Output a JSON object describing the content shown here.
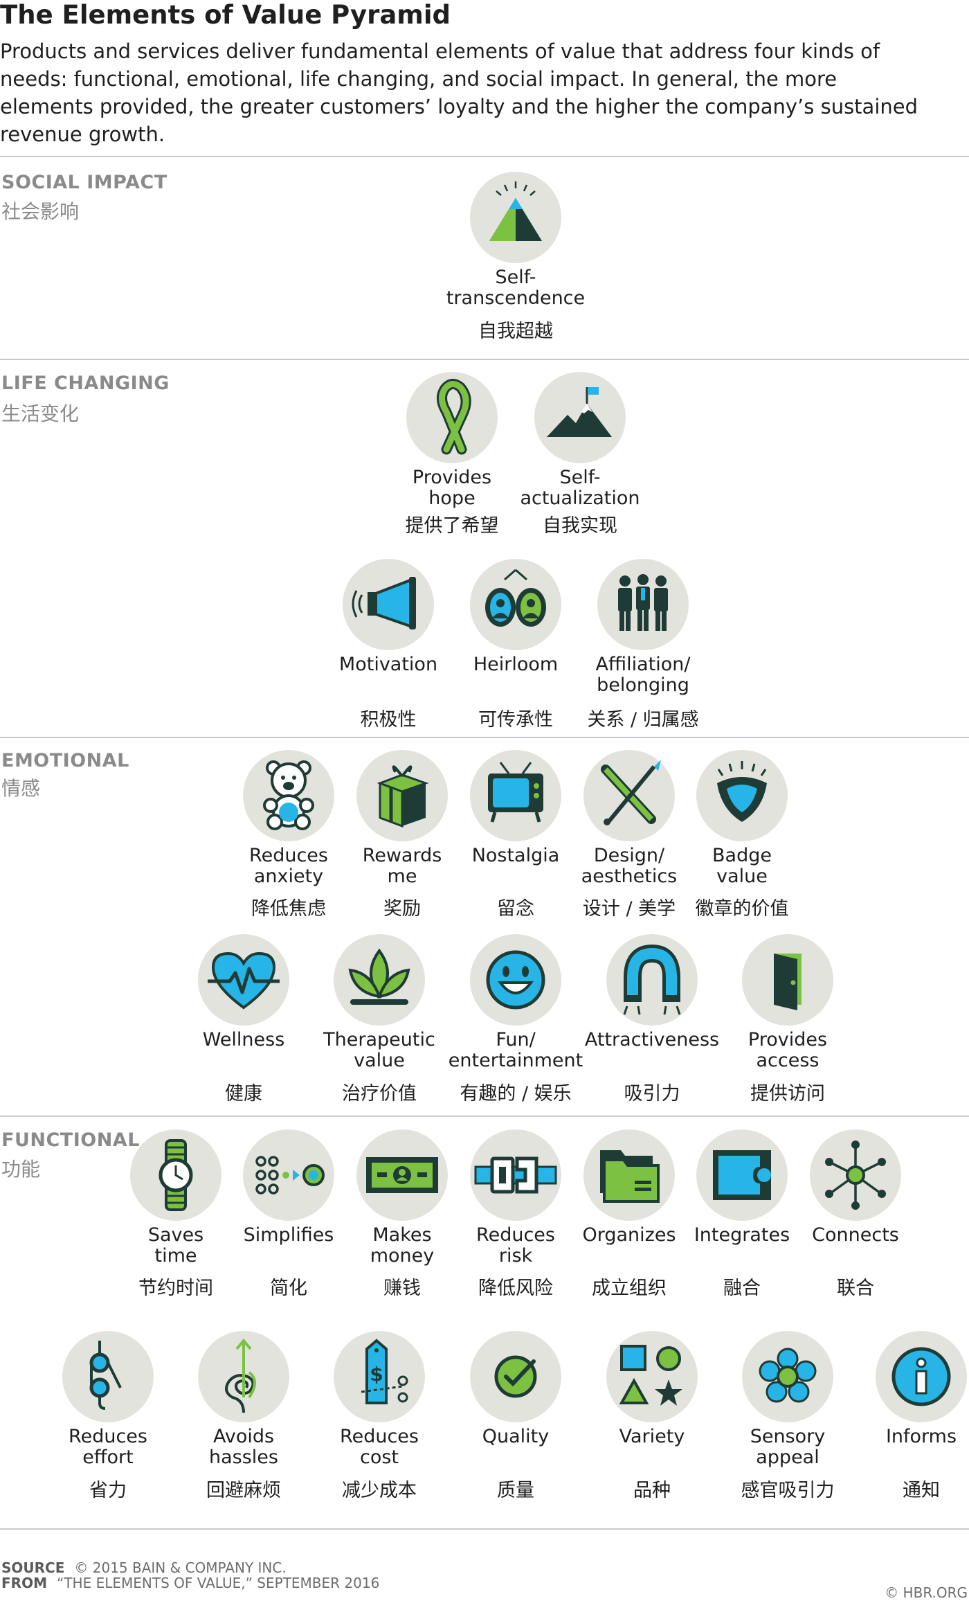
{
  "title": "The Elements of Value Pyramid",
  "intro": "Products and services deliver fundamental elements of value that address four kinds of needs: functional, emotional, life changing, and social impact. In general, the more elements provided, the greater customers’ loyalty and the higher the company’s sustained revenue growth.",
  "colors": {
    "green": "#7dc142",
    "dark": "#1f3b35",
    "blue": "#27b4e6",
    "circle": "#e3e3de",
    "gray_text": "#8a8a8a"
  },
  "sections": [
    {
      "en": "SOCIAL IMPACT",
      "zh": "社会影响",
      "elements": [
        {
          "icon": "pyramid-icon",
          "label": "Self-\ntranscendence",
          "zh": "自我超越"
        }
      ]
    },
    {
      "en": "LIFE CHANGING",
      "zh": "生活变化",
      "elements": [
        {
          "icon": "ribbon-icon",
          "label": "Provides\nhope",
          "zh": "提供了希望"
        },
        {
          "icon": "mountain-flag-icon",
          "label": "Self-\nactualization",
          "zh": "自我实现"
        },
        {
          "icon": "megaphone-icon",
          "label": "Motivation",
          "zh": "积极性"
        },
        {
          "icon": "heirloom-icon",
          "label": "Heirloom",
          "zh": "可传承性"
        },
        {
          "icon": "people-group-icon",
          "label": "Affiliation/\nbelonging",
          "zh": "关系 / 归属感"
        }
      ]
    },
    {
      "en": "EMOTIONAL",
      "zh": "情感",
      "elements": [
        {
          "icon": "teddy-bear-icon",
          "label": "Reduces\nanxiety",
          "zh": "降低焦虑"
        },
        {
          "icon": "gift-box-icon",
          "label": "Rewards\nme",
          "zh": "奖励"
        },
        {
          "icon": "retro-tv-icon",
          "label": "Nostalgia",
          "zh": "留念"
        },
        {
          "icon": "pencil-brush-icon",
          "label": "Design/\naesthetics",
          "zh": "设计 / 美学"
        },
        {
          "icon": "badge-icon",
          "label": "Badge\nvalue",
          "zh": "徽章的价值"
        },
        {
          "icon": "heart-pulse-icon",
          "label": "Wellness",
          "zh": "健康"
        },
        {
          "icon": "lotus-icon",
          "label": "Therapeutic\nvalue",
          "zh": "治疗价值"
        },
        {
          "icon": "smiley-icon",
          "label": "Fun/\nentertainment",
          "zh": "有趣的 / 娱乐"
        },
        {
          "icon": "magnet-icon",
          "label": "Attractiveness",
          "zh": "吸引力"
        },
        {
          "icon": "open-door-icon",
          "label": "Provides\naccess",
          "zh": "提供访问"
        }
      ]
    },
    {
      "en": "FUNCTIONAL",
      "zh": "功能",
      "elements": [
        {
          "icon": "wristwatch-icon",
          "label": "Saves\ntime",
          "zh": "节约时间"
        },
        {
          "icon": "dots-simplify-icon",
          "label": "Simplifies",
          "zh": "简化"
        },
        {
          "icon": "banknote-icon",
          "label": "Makes\nmoney",
          "zh": "赚钱"
        },
        {
          "icon": "seatbelt-icon",
          "label": "Reduces\nrisk",
          "zh": "降低风险"
        },
        {
          "icon": "folders-icon",
          "label": "Organizes",
          "zh": "成立组织"
        },
        {
          "icon": "puzzle-icon",
          "label": "Integrates",
          "zh": "融合"
        },
        {
          "icon": "network-hub-icon",
          "label": "Connects",
          "zh": "联合"
        },
        {
          "icon": "pulley-icon",
          "label": "Reduces\neffort",
          "zh": "省力"
        },
        {
          "icon": "tangled-arrow-icon",
          "label": "Avoids\nhassles",
          "zh": "回避麻烦"
        },
        {
          "icon": "price-tag-scissors-icon",
          "label": "Reduces\ncost",
          "zh": "减少成本"
        },
        {
          "icon": "checkmark-icon",
          "label": "Quality",
          "zh": "质量"
        },
        {
          "icon": "shapes-icon",
          "label": "Variety",
          "zh": "品种"
        },
        {
          "icon": "flower-icon",
          "label": "Sensory\nappeal",
          "zh": "感官吸引力"
        },
        {
          "icon": "info-icon",
          "label": "Informs",
          "zh": "通知"
        }
      ]
    }
  ],
  "source": {
    "source_label": "SOURCE",
    "source_text": "© 2015 BAIN & COMPANY INC.",
    "from_label": "FROM",
    "from_text": "“THE ELEMENTS OF VALUE,” SEPTEMBER 2016",
    "credit": "© HBR.ORG"
  }
}
